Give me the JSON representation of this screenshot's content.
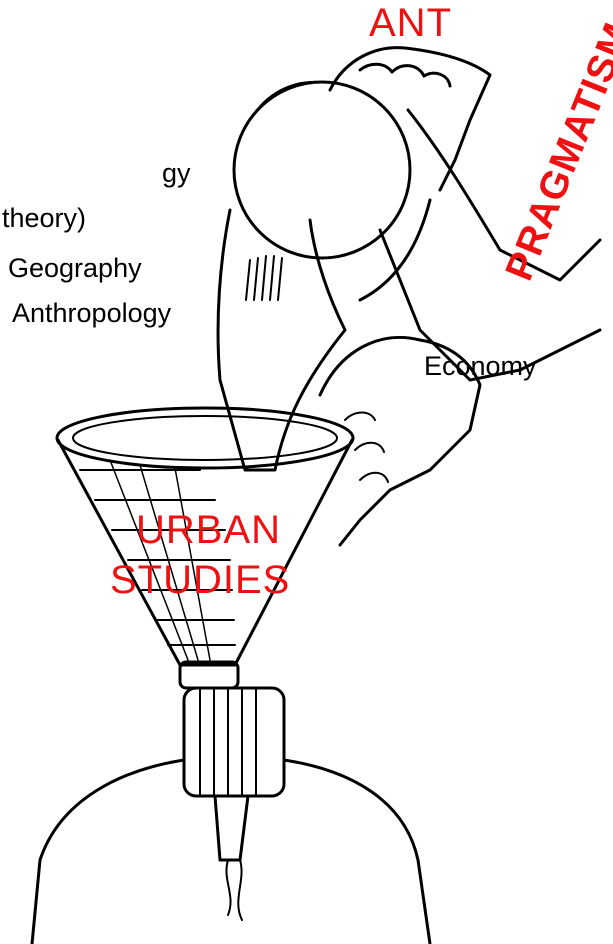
{
  "labels": {
    "ant": "ANT",
    "pragmatism": "PRAGMATISM",
    "funnel_top": "URBAN",
    "funnel_bottom": "STUDIES"
  },
  "disciplines": [
    "gy",
    "theory)",
    "Geography",
    "Anthropology",
    "Economy"
  ],
  "colors": {
    "label_red": "#ee1111",
    "ink": "#000000",
    "background": "#ffffff"
  }
}
